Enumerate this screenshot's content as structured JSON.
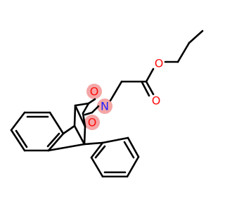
{
  "molecule": {
    "atoms": [
      {
        "id": "O1",
        "label": "O",
        "color": "#ff0d0d",
        "highlight": "#f4a6a6"
      },
      {
        "id": "O2",
        "label": "O",
        "color": "#ff0d0d",
        "highlight": "#f4a6a6"
      },
      {
        "id": "N1",
        "label": "N",
        "color": "#2121ff",
        "highlight": "#f4a6a6"
      },
      {
        "id": "O3",
        "label": "O",
        "color": "#ff0d0d",
        "highlight": "#ffffff"
      },
      {
        "id": "O4",
        "label": "O",
        "color": "#ff0d0d",
        "highlight": "#ffffff"
      }
    ],
    "bond_color": "#000000",
    "background": "#ffffff"
  }
}
